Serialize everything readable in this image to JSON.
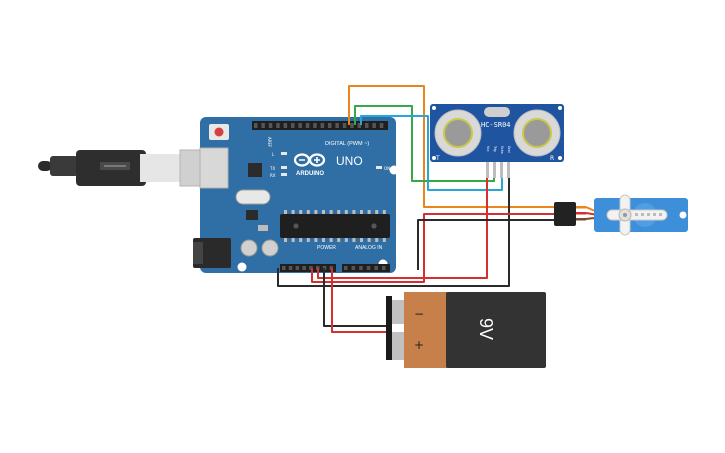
{
  "arduino": {
    "brand": "ARDUINO",
    "model": "UNO",
    "digital_label": "DIGITAL (PWM ~)",
    "power_label": "POWER",
    "analog_label": "ANALOG IN",
    "aref": "AREF",
    "on_label": "ON",
    "l_label": "L",
    "tx_label": "TX",
    "rx_label": "RX"
  },
  "sensor": {
    "label": "HC-SR04",
    "t_label": "T",
    "r_label": "R",
    "pin_labels": [
      "Vcc",
      "Trig",
      "Echo",
      "Gnd"
    ]
  },
  "battery": {
    "label": "9V",
    "minus": "−",
    "plus": "+"
  },
  "colors": {
    "board": "#2f6fa5",
    "board_dark": "#245a88",
    "wire_orange": "#e8851b",
    "wire_green": "#36a84a",
    "wire_cyan": "#27a7d6",
    "wire_red": "#d62f2f",
    "wire_black": "#2a2a2a",
    "servo": "#3d8fd9",
    "battery_body": "#333333",
    "battery_copper": "#c8804a"
  }
}
